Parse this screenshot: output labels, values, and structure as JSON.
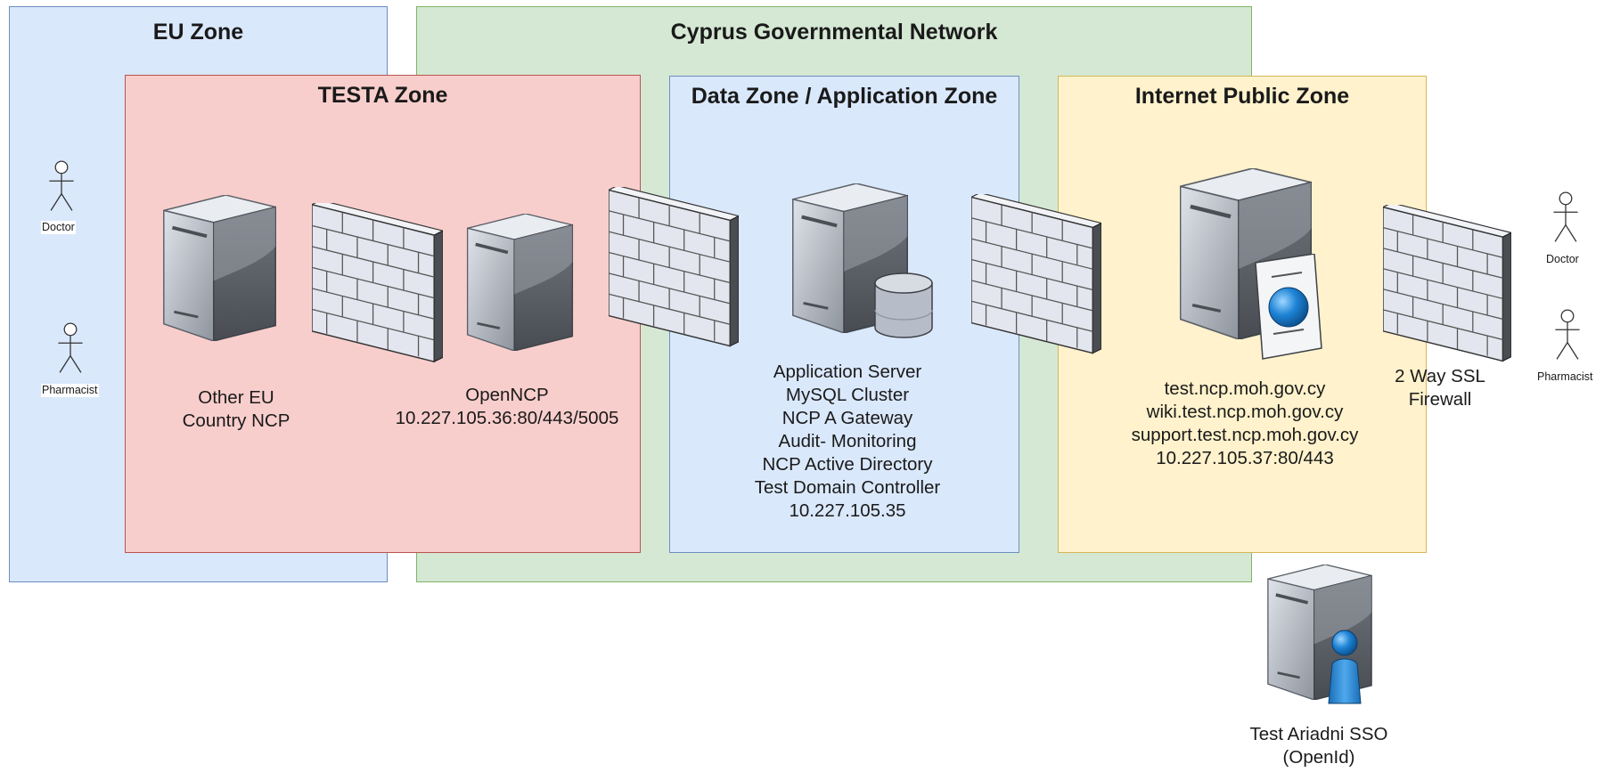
{
  "zones": {
    "eu": "EU Zone",
    "cyprus": "Cyprus Governmental Network",
    "testa": "TESTA Zone",
    "data": "Data Zone / Application Zone",
    "internet": "Internet Public Zone"
  },
  "actors": {
    "eu_doctor": "Doctor",
    "eu_pharmacist": "Pharmacist",
    "ext_doctor": "Doctor",
    "ext_pharmacist": "Pharmacist"
  },
  "nodes": {
    "other_eu": [
      "Other EU",
      "Country NCP"
    ],
    "openncp": [
      "OpenNCP",
      "10.227.105.36:80/443/5005"
    ],
    "app_server": [
      "Application Server",
      "MySQL Cluster",
      "NCP A Gateway",
      "Audit- Monitoring",
      "NCP Active Directory",
      "Test Domain Controller",
      "10.227.105.35"
    ],
    "public_server": [
      "test.ncp.moh.gov.cy",
      "wiki.test.ncp.moh.gov.cy",
      "support.test.ncp.moh.gov.cy",
      "10.227.105.37:80/443"
    ],
    "ssl_firewall": [
      "2 Way SSL",
      "Firewall"
    ],
    "sso": [
      "Test Ariadni SSO",
      "(OpenId)"
    ]
  },
  "icons": {
    "server": "server-tower-icon",
    "firewall": "brick-firewall-icon",
    "database": "database-cylinder-icon",
    "web": "web-globe-certificate-icon",
    "user": "user-person-icon",
    "actor": "stick-figure-actor-icon"
  },
  "colors": {
    "eu_zone": "#dae8fc",
    "cyprus_zone": "#d5e8d4",
    "testa_zone": "#f8cecc",
    "data_zone": "#dae8fc",
    "internet_zone": "#fff2cc"
  }
}
